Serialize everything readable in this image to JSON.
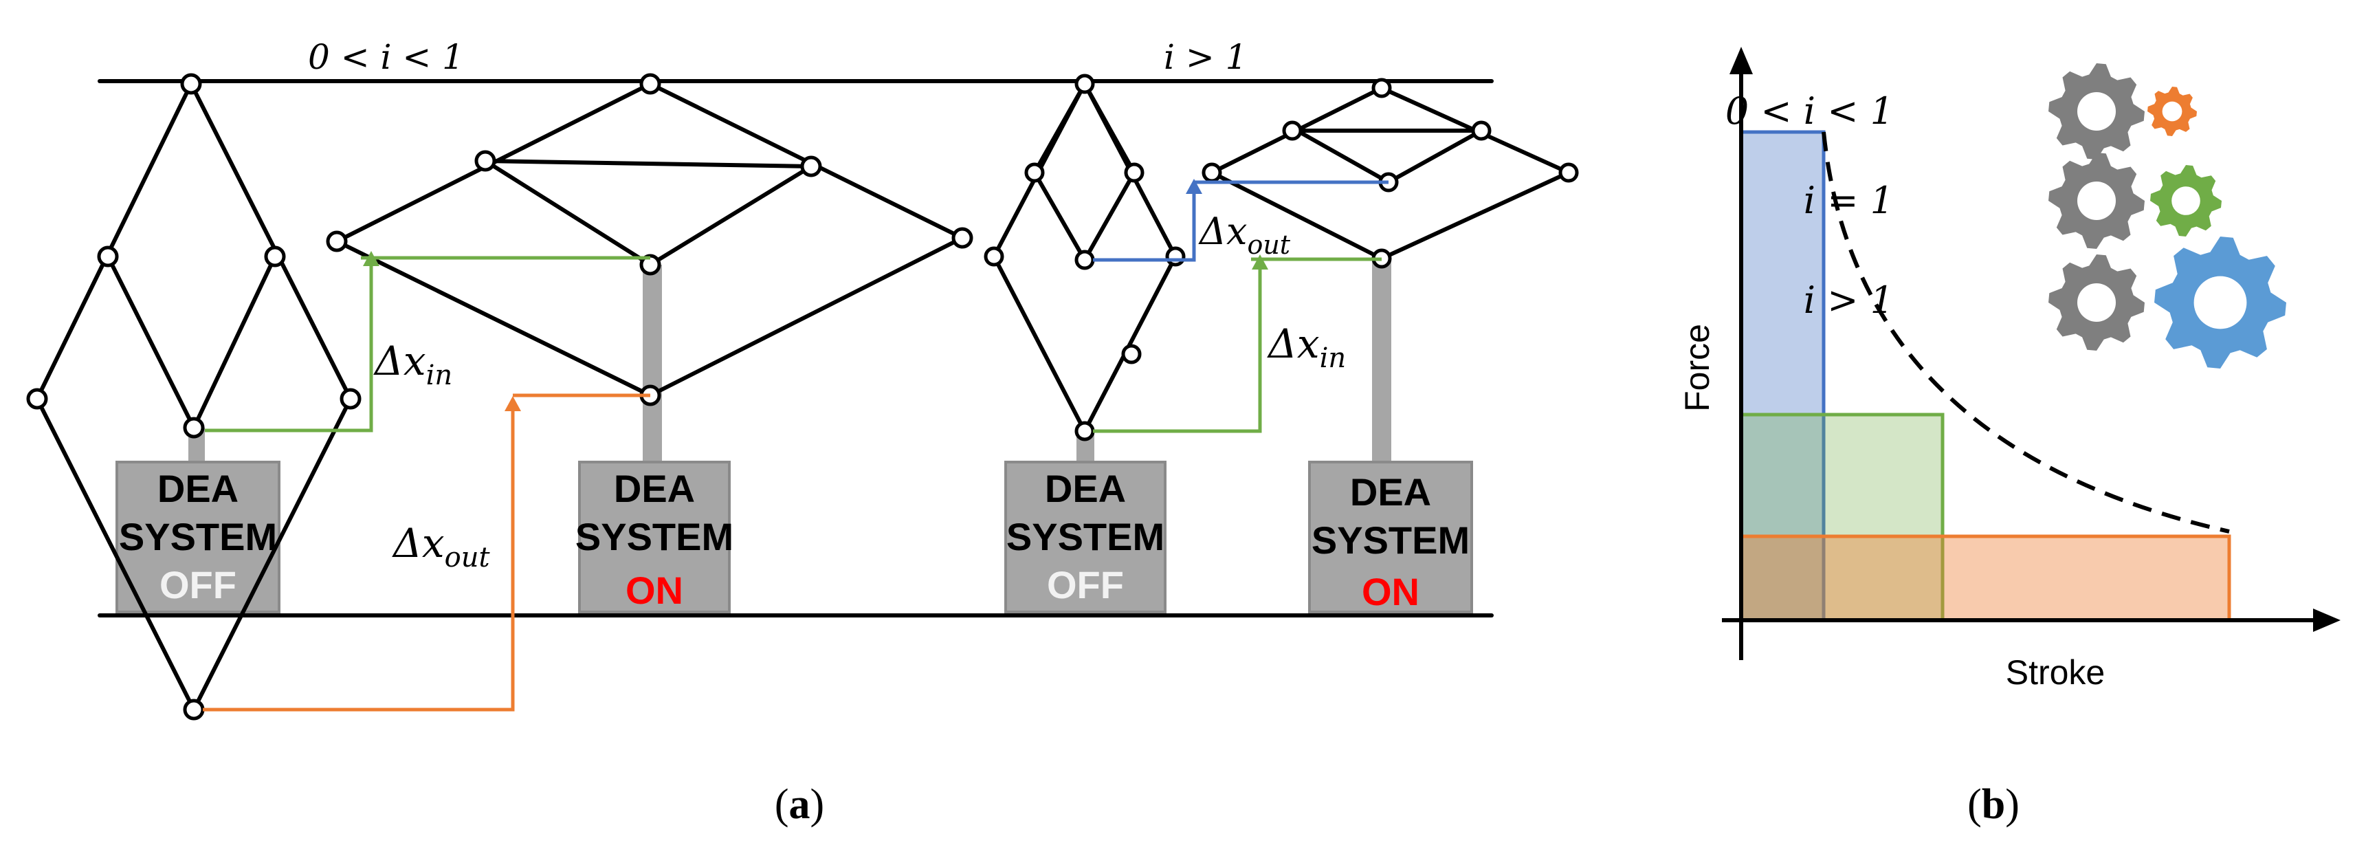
{
  "panel_a": {
    "ratio_left": "0 < i < 1",
    "ratio_right": "i > 1",
    "dx_in": "Δx",
    "dx_in_sub": "in",
    "dx_out": "Δx",
    "dx_out_sub": "out",
    "dea_line1": "DEA",
    "dea_line2": "SYSTEM",
    "state_off": "OFF",
    "state_on": "ON",
    "caption": "(a)",
    "caption_letter": "a"
  },
  "panel_b": {
    "ylabel": "Force",
    "xlabel": "Stroke",
    "legend": [
      {
        "label": "0 < i < 1",
        "gear": "gray-gear-icon",
        "small_gear_color": "#ed7d31",
        "size": "small"
      },
      {
        "label": "i = 1",
        "gear": "gray-gear-icon",
        "small_gear_color": "#70ad47",
        "size": "equal"
      },
      {
        "label": "i > 1",
        "gear": "gray-gear-icon",
        "small_gear_color": "#5b9bd5",
        "size": "large"
      }
    ],
    "caption": "(b)"
  },
  "colors": {
    "blue": "#4472c4",
    "green": "#70ad47",
    "orange": "#ed7d31",
    "gray": "#7f7f7f",
    "box_gray": "#a6a6a6",
    "on_red": "#ff0000"
  }
}
